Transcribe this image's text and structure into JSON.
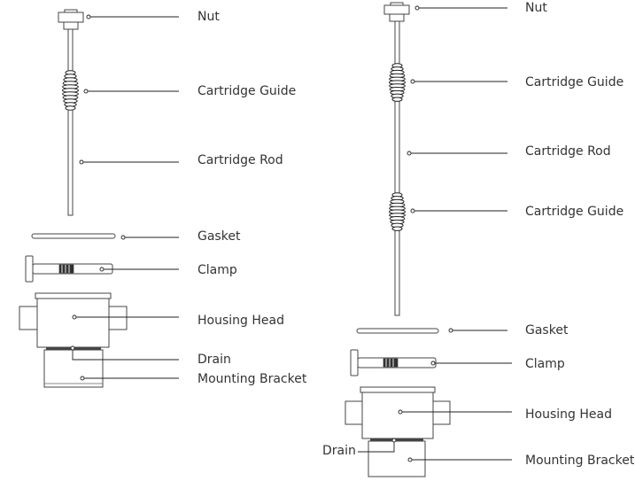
{
  "left_assembly": {
    "labels": {
      "nut": "Nut",
      "cartridge_guide": "Cartridge Guide",
      "cartridge_rod": "Cartridge Rod",
      "gasket": "Gasket",
      "clamp": "Clamp",
      "housing_head": "Housing Head",
      "drain": "Drain",
      "mounting_bracket": "Mounting Bracket"
    }
  },
  "right_assembly": {
    "labels": {
      "nut": "Nut",
      "cartridge_guide_upper": "Cartridge Guide",
      "cartridge_rod": "Cartridge Rod",
      "cartridge_guide_lower": "Cartridge Guide",
      "gasket": "Gasket",
      "clamp": "Clamp",
      "housing_head": "Housing Head",
      "drain": "Drain",
      "mounting_bracket": "Mounting Bracket"
    }
  },
  "colors": {
    "line": "#222222",
    "text": "#333333",
    "background": "#ffffff"
  }
}
